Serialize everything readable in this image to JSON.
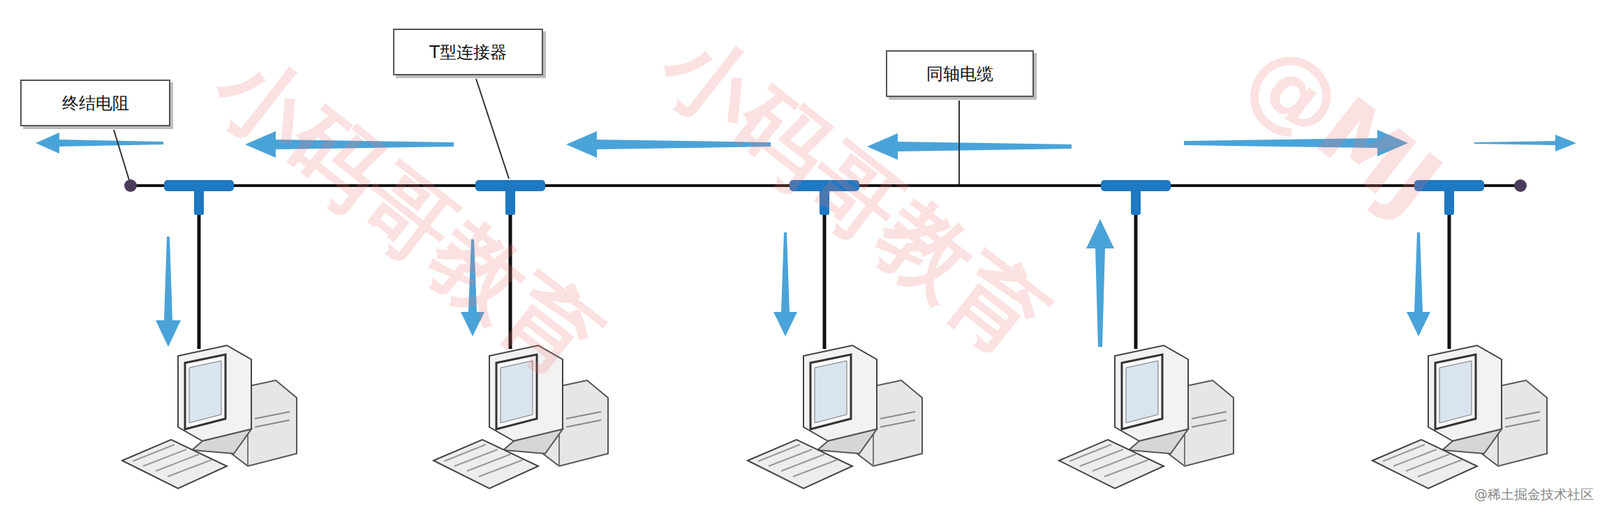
{
  "diagram": {
    "nodes": [
      {
        "text": [
          "终结电阻"
        ]
      },
      {
        "text": [
          "T型连接器"
        ]
      },
      {
        "text": [
          "同轴电缆"
        ]
      }
    ],
    "labels": [
      "小码哥教育",
      "小码哥教育",
      "@MJ",
      "@稀土掘金技术社区"
    ]
  }
}
